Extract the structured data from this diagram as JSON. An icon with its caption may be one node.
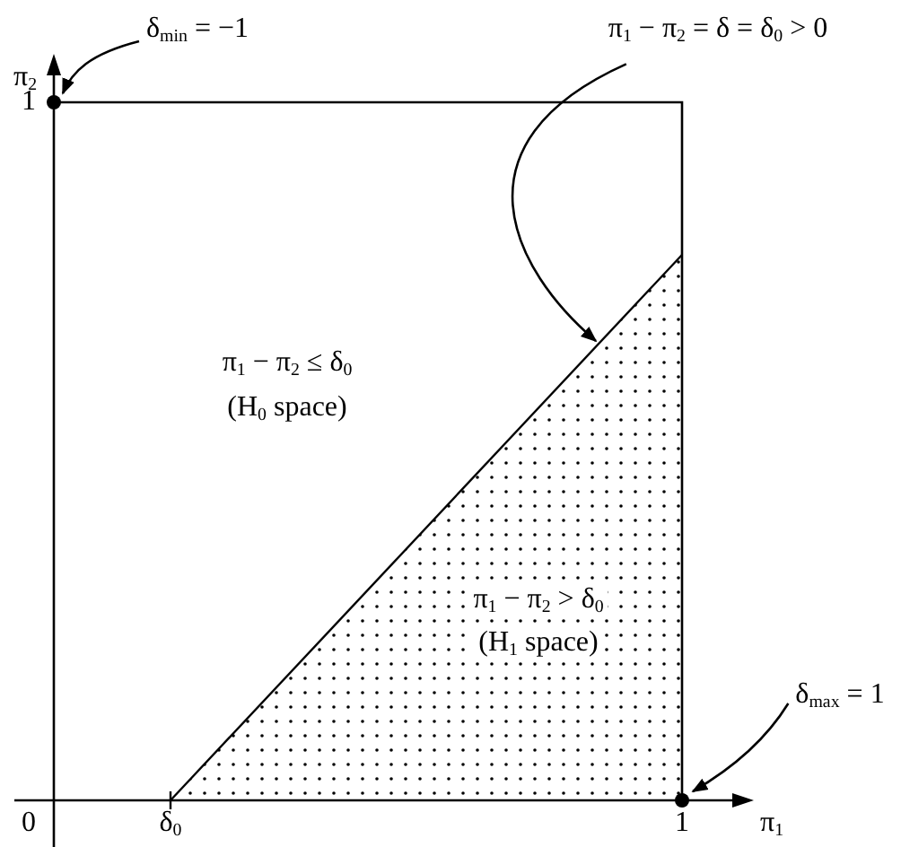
{
  "diagram": {
    "nodes": [
      {
        "text": [
          "δ$_{min}$ = −1"
        ]
      },
      {
        "text": [],
        "shape": "circle"
      },
      {
        "text": [
          "π$_{1}$ − π$_{2}$ = δ = δ$_{0}$ > 0"
        ]
      },
      {
        "text": [
          "δ$_{max}$ = 1"
        ]
      },
      {
        "text": [],
        "shape": "circle"
      }
    ],
    "edges": [
      {
        "from": 0,
        "to": 1,
        "arrow": "to"
      },
      {
        "from": 2,
        "to": null,
        "arrow": "to"
      },
      {
        "from": 3,
        "to": 4,
        "arrow": "to"
      }
    ],
    "labels": [
      "π$_{2}$",
      "1",
      "π$_{1}$ − π$_{2}$ ≤ δ$_{0}$",
      "(H$_{0}$ space)",
      "π$_{1}$ − π$_{2}$ > δ$_{0}$",
      "(H$_{1}$ space)",
      "0",
      "δ$_{0}$",
      "1",
      "π$_{1}$"
    ]
  }
}
